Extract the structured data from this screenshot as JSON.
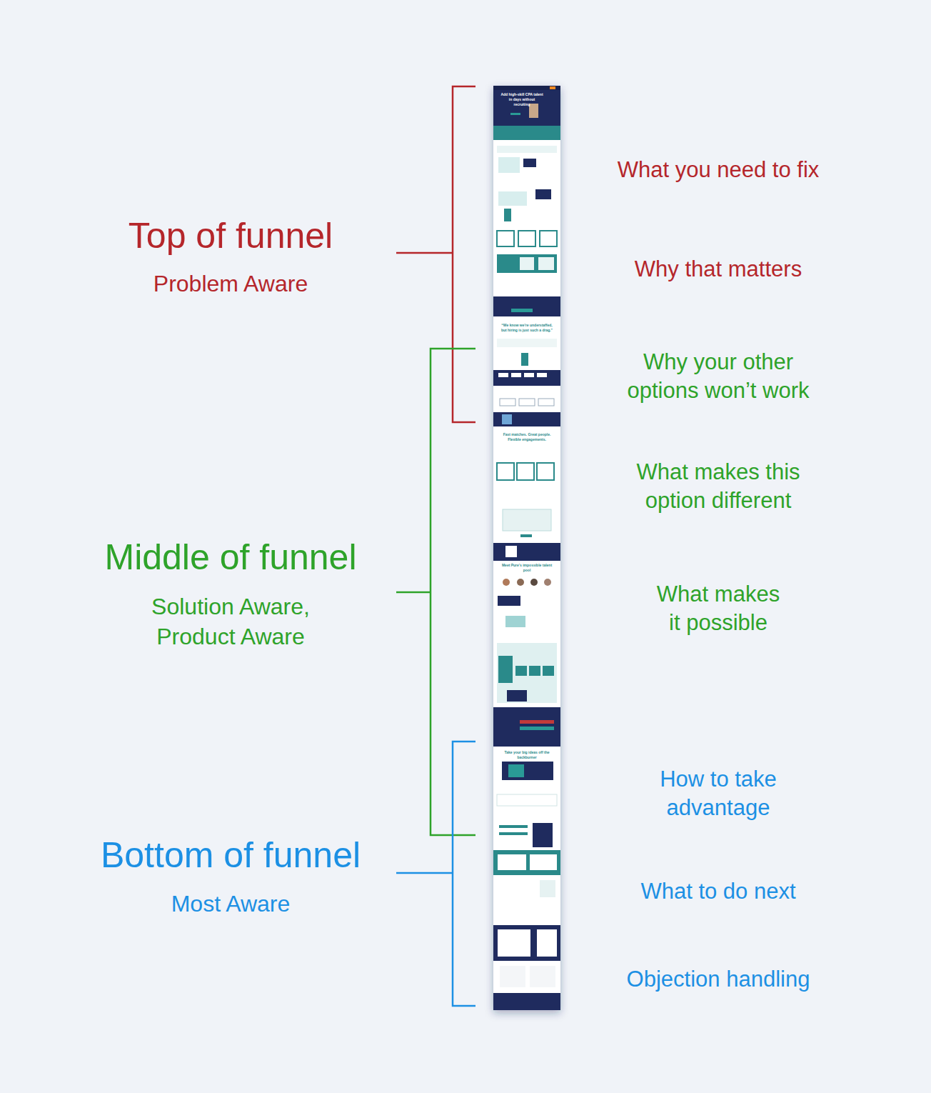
{
  "diagram": {
    "labels": [
      "Top of funnel",
      "Problem Aware",
      "Middle of funnel",
      "Solution Aware, Product Aware",
      "Bottom of funnel",
      "Most Aware",
      "What you need to fix",
      "Why that matters",
      "Why your other options won’t work",
      "What makes this option different",
      "What makes it possible",
      "How to take advantage",
      "What to do next",
      "Objection handling",
      "Add high-skill CPA talent in days without recruiting",
      "“We know we’re understaffed, but hiring is just such a drag.”",
      "Fast matches. Great people. Flexible engagements.",
      "Meet Pure’s impossible talent pool",
      "Take your big ideas off the backburner"
    ]
  }
}
